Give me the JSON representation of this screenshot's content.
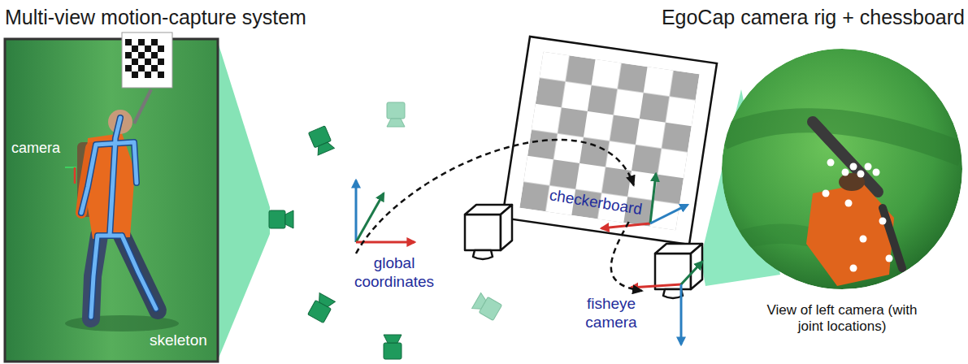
{
  "diagram": {
    "nodes": [
      {
        "text": [
          "global coordinates"
        ]
      },
      {
        "text": [
          "checkerboard"
        ]
      },
      {
        "text": [
          "fisheye camera"
        ]
      }
    ],
    "edges": [
      {
        "from": 0,
        "to": 1,
        "arrow": "to"
      },
      {
        "from": 1,
        "to": 2,
        "arrow": "to"
      }
    ],
    "labels": [
      "Multi-view motion-capture system",
      "EgoCap camera rig + chessboard",
      "camera",
      "skeleton",
      "View of left camera (with joint locations)"
    ]
  }
}
